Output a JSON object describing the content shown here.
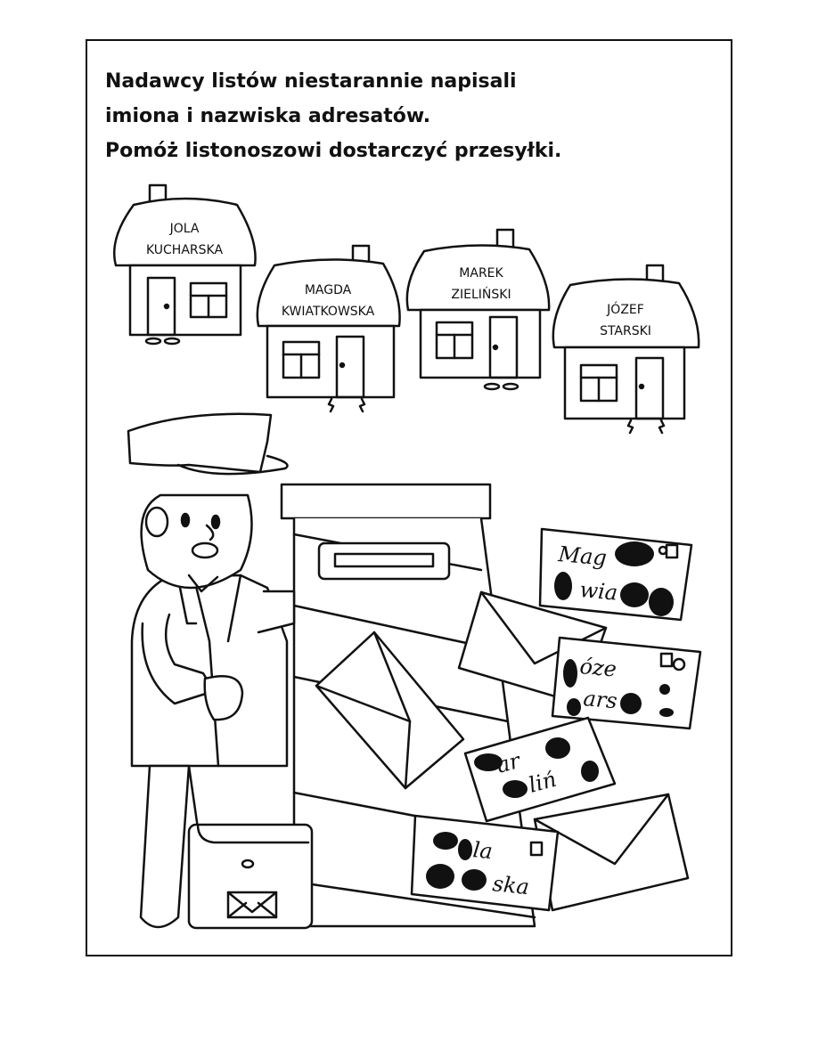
{
  "instructions": {
    "line1": "Nadawcy listów niestarannie napisali",
    "line2": "imiona i nazwiska adresatów.",
    "line3": "Pomóż listonoszowi dostarczyć przesyłki."
  },
  "houses": [
    {
      "first": "JOLA",
      "last": "KUCHARSKA"
    },
    {
      "first": "MAGDA",
      "last": "KWIATKOWSKA"
    },
    {
      "first": "MAREK",
      "last": "ZIELIŃSKI"
    },
    {
      "first": "JÓZEF",
      "last": "STARSKI"
    }
  ],
  "letters": [
    {
      "line1": "Mag",
      "line2a": "wia"
    },
    {
      "line1": "óze",
      "line2a": "ars"
    },
    {
      "line1": "ar",
      "line2a": "liń"
    },
    {
      "line1": "la",
      "line2a": "ska"
    }
  ],
  "colors": {
    "ink": "#111111",
    "paper": "#ffffff"
  }
}
